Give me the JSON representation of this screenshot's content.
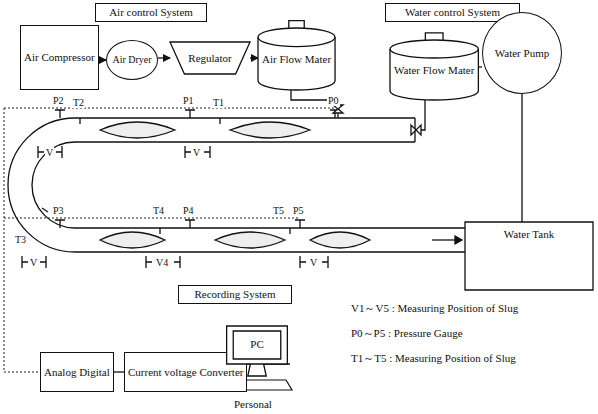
{
  "diagram": {
    "nodes": [
      {
        "text": [
          "Air control System"
        ]
      },
      {
        "text": [
          "Water control System"
        ]
      },
      {
        "text": [
          "Air Compressor"
        ]
      },
      {
        "text": [
          "Air Dryer"
        ]
      },
      {
        "text": [
          "Regulator"
        ]
      },
      {
        "text": [
          "Air Flow Mater"
        ]
      },
      {
        "text": [
          "Water Flow Mater"
        ]
      },
      {
        "text": [
          "Water Pump"
        ]
      },
      {
        "text": [
          "Water Tank"
        ]
      },
      {
        "text": [
          "Recording System"
        ]
      },
      {
        "text": [
          "Analog Digital"
        ]
      },
      {
        "text": [
          "Current voltage Converter"
        ]
      },
      {
        "text": [
          "PC"
        ]
      }
    ],
    "edges": [
      {
        "from": 2,
        "to": 3,
        "arrow": "to"
      },
      {
        "from": 3,
        "to": 4,
        "arrow": "to"
      },
      {
        "from": 4,
        "to": 5,
        "arrow": "to"
      },
      {
        "from": 7,
        "to": 6,
        "arrow": "to"
      },
      {
        "from": 8,
        "to": 7,
        "arrow": "none"
      },
      {
        "from": 10,
        "to": 11,
        "arrow": "none"
      },
      {
        "from": 11,
        "to": 12,
        "arrow": "none"
      }
    ],
    "labels": [
      "P2",
      "P1",
      "P0",
      "T2",
      "T1",
      "V",
      "V",
      "P3",
      "P4",
      "P5",
      "T3",
      "T4",
      "T5",
      "V",
      "V4",
      "V",
      "V1～V5 : Measuring Position of Slug",
      "P0～P5 : Pressure Gauge",
      "T1～T5 : Measuring Position of Slug",
      "Personal"
    ]
  }
}
